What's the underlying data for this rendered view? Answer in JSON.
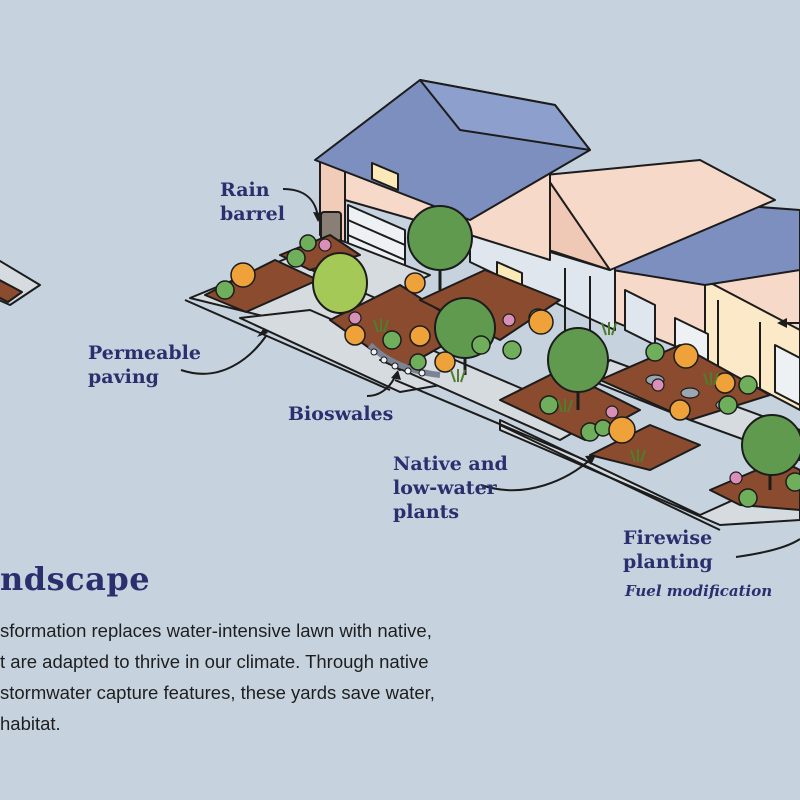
{
  "labels": {
    "rain_barrel": [
      "Rain",
      "barrel"
    ],
    "permeable_paving": [
      "Permeable",
      "paving"
    ],
    "bioswales": "Bioswales",
    "native_plants": [
      "Native and",
      "low-water",
      "plants"
    ],
    "firewise": [
      "Firewise",
      "planting"
    ],
    "fuel_modification": "Fuel modification"
  },
  "section": {
    "title": "ndscape",
    "body_lines": [
      "sformation replaces water-intensive lawn with native,",
      "t are adapted to thrive in our climate.  Through native",
      "stormwater capture features, these yards save water,",
      "habitat."
    ]
  },
  "colors": {
    "background": "#c6d3de",
    "label_text": "#2a2f6e",
    "roof": "#7d8fbf",
    "wall_pink": "#f6d9c8",
    "wall_blue": "#dfe6ee",
    "soil": "#8a4b2e",
    "paving": "#d6dbe0",
    "tree_green": "#5f9a4e",
    "shrub_green": "#6fae5b",
    "flower_orange": "#f0a23a"
  }
}
